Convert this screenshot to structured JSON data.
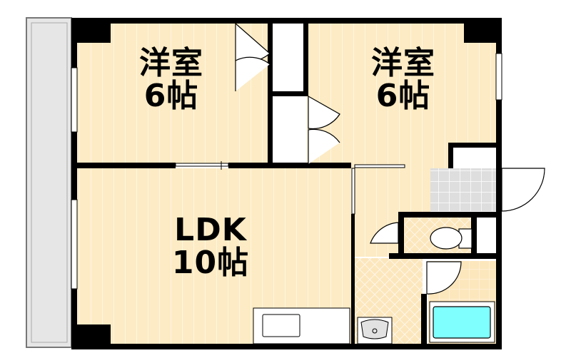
{
  "rooms": [
    {
      "name": "洋室",
      "size": "6帖"
    },
    {
      "name": "洋室",
      "size": "6帖"
    },
    {
      "name": "LDK",
      "size": "10帖"
    }
  ],
  "colors": {
    "floor": "#fcebc4",
    "wall": "#000000",
    "tile": "#dcdcdc",
    "bathtub": "#80ffff",
    "balcony": "#e6e6e6"
  }
}
